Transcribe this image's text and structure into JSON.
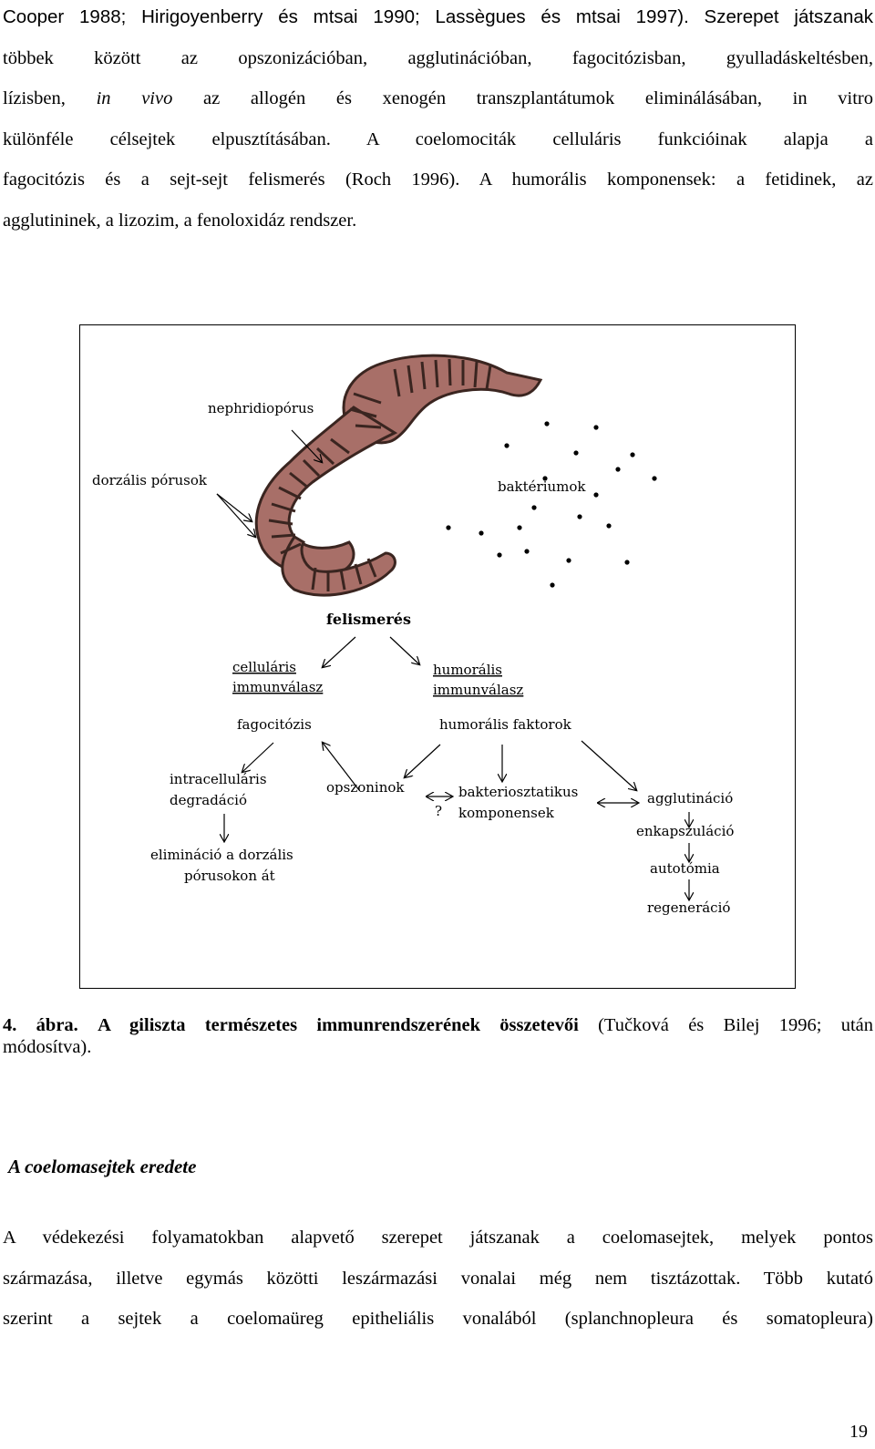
{
  "top_paragraph": {
    "lines": [
      "Cooper 1988; Hirigoyenberry és mtsai 1990; Lassègues és mtsai 1997). Szerepet játszanak",
      "többek között az opszonizációban, agglutinációban, fagocitózisban, gyulladáskeltésben,",
      [
        "lízisben, ",
        "in vivo",
        " az allogén és xenogén transzplantátumok eliminálásában, in vitro"
      ],
      "különféle célsejtek elpusztításában. A coelomociták celluláris funkcióinak alapja a",
      "fagocitózis és a sejt-sejt felismerés (Roch 1996). A humorális komponensek: a fetidinek, az",
      "agglutininek, a lizozim, a fenoloxidáz rendszer."
    ]
  },
  "figure": {
    "labels": {
      "nephridioporus": "nephridiopórus",
      "dorzalis_porusok": "dorzális pórusok",
      "bakteriumok": "baktériumok",
      "felismeres": "felismerés",
      "cellularis_1": "celluláris",
      "cellularis_2": "immunválasz",
      "humoralis_1": "humorális",
      "humoralis_2": "immunválasz",
      "fagocitozis": "fagocitózis",
      "humoralis_faktorok": "humorális faktorok",
      "intracellularis_1": "intracelluláris",
      "intracellularis_2": "degradáció",
      "opszoninok": "opszoninok",
      "bakteriosztatikus_1": "bakteriosztatikus",
      "bakteriosztatikus_2": "komponensek",
      "question": "?",
      "agglutinacio": "agglutináció",
      "enkapszulacio": "enkapszuláció",
      "autotomia": "autotómia",
      "regeneracio": "regeneráció",
      "eliminacio_1": "elimináció a dorzális",
      "eliminacio_2": "pórusokon át"
    },
    "colors": {
      "worm_fill": "#a86f68",
      "worm_stroke": "#3a2520",
      "bacteria": "#000000"
    }
  },
  "caption": {
    "number": "4. ábra.",
    "title": "A giliszta természetes immunrendszerének összetevői",
    "ref_line1": "(Tučková és Bilej 1996; után",
    "ref_line2": "módosítva)."
  },
  "section_heading": "A coelomasejtek eredete",
  "bottom_paragraph": {
    "lines": [
      "A védekezési folyamatokban alapvető szerepet játszanak a coelomasejtek, melyek pontos",
      "származása, illetve egymás közötti leszármazási vonalai még nem tisztázottak. Több kutató",
      "szerint a sejtek a coelomaüreg epitheliális vonalából (splanchnopleura és somatopleura)"
    ]
  },
  "page_number": "19"
}
